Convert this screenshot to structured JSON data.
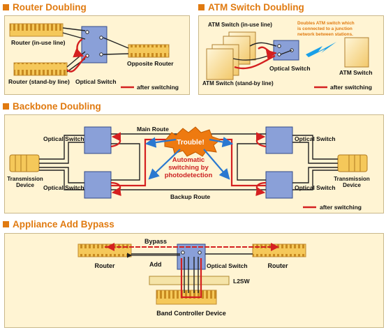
{
  "router_doubling": {
    "title": "Router Doubling",
    "router_in_use": "Router (in-use line)",
    "router_standby": "Router (stand-by line)",
    "optical_switch": "Optical Switch",
    "opposite_router": "Opposite Router",
    "legend": "after switching"
  },
  "atm_switch_doubling": {
    "title": "ATM Switch Doubling",
    "atm_in_use": "ATM Switch (in-use line)",
    "atm_standby": "ATM Switch (stand-by line)",
    "optical_switch": "Optical Switch",
    "atm_switch": "ATM Switch",
    "note_line1": "Doubles ATM switch which",
    "note_line2": "is connected to a junction",
    "note_line3": "network between stations.",
    "legend": "after switching"
  },
  "backbone_doubling": {
    "title": "Backbone Doubling",
    "optical_switch_tl": "Optical Switch",
    "optical_switch_bl": "Optical Switch",
    "optical_switch_tr": "Optical Switch",
    "optical_switch_br": "Optical Switch",
    "main_route": "Main Route",
    "backup_route": "Backup Route",
    "trouble": "Trouble!",
    "auto_line1": "Automatic",
    "auto_line2": "switching by",
    "auto_line3": "photodetection",
    "transmission_left_1": "Transmission",
    "transmission_left_2": "Device",
    "transmission_right_1": "Transmission",
    "transmission_right_2": "Device",
    "legend": "after switching"
  },
  "appliance_bypass": {
    "title": "Appliance Add Bypass",
    "bypass": "Bypass",
    "add": "Add",
    "router_left": "Router",
    "router_right": "Router",
    "optical_switch": "Optical Switch",
    "l2sw": "L2SW",
    "band_controller": "Band Controller Device"
  },
  "colors": {
    "accent": "#e07a10",
    "panel": "#fff4d3",
    "switch_fill": "#8aa0d8",
    "after_switching": "#d42020",
    "route": "#1a1a1a",
    "trouble": "#ee7a10",
    "auto_text": "#cc2222"
  }
}
